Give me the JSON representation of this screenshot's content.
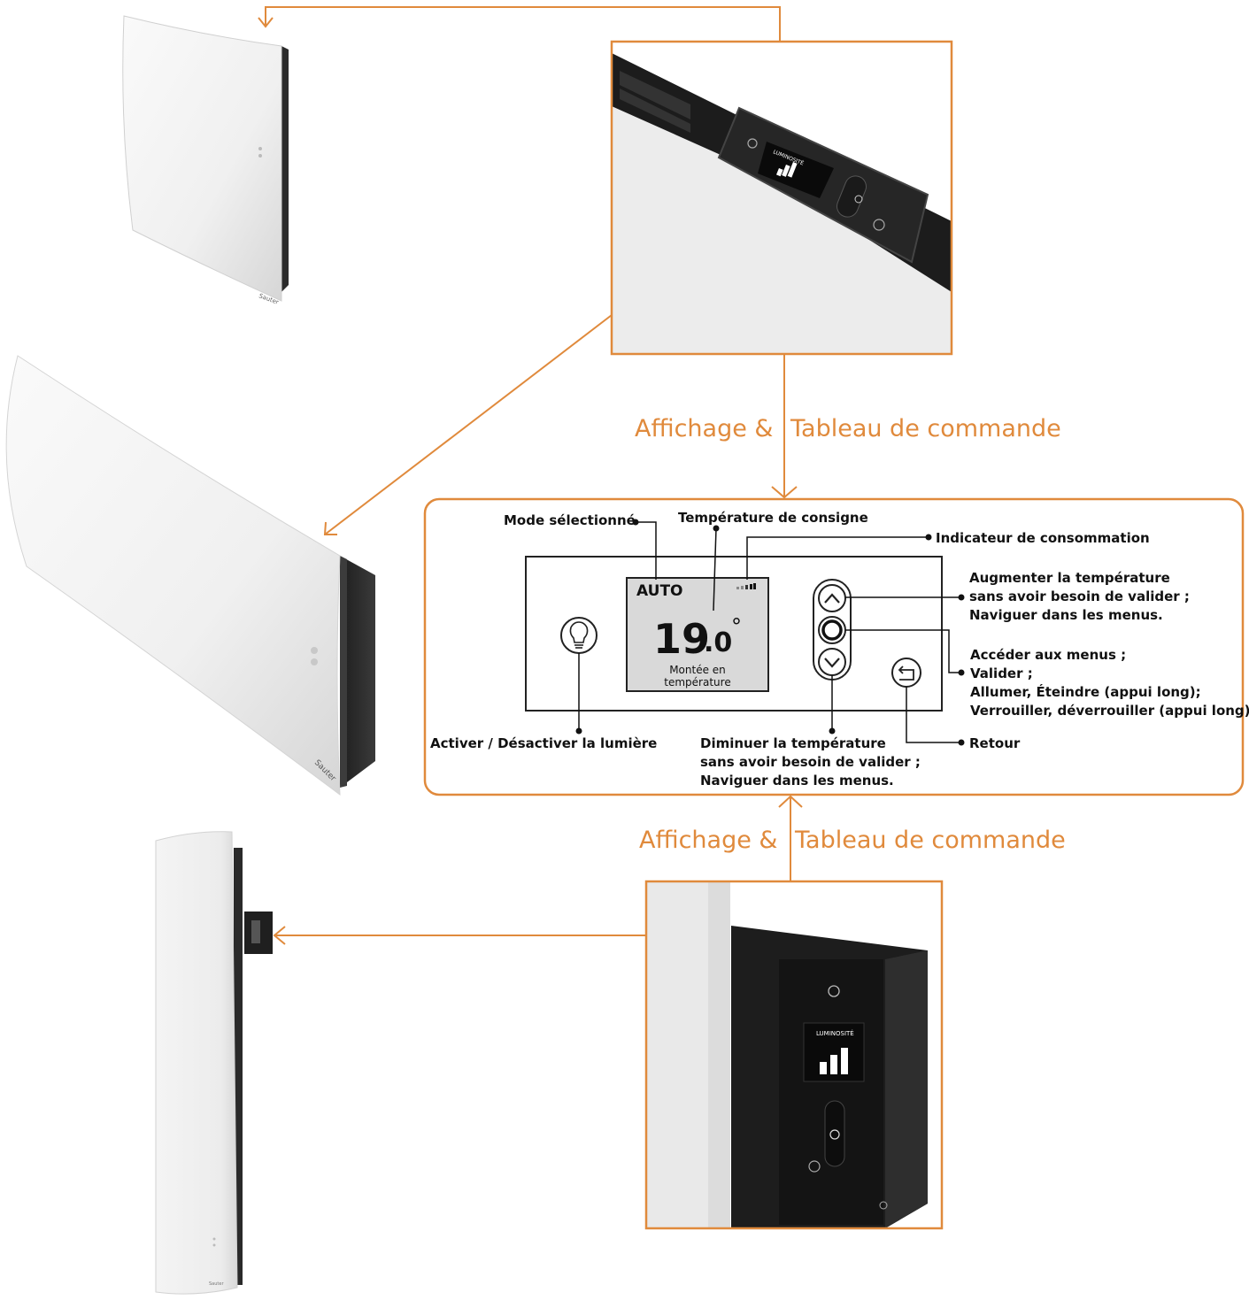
{
  "brand_logo": "Sauter",
  "section_title_top": {
    "part1": "Affichage &",
    "part2": "Tableau de commande"
  },
  "section_title_bottom": {
    "part1": "Affichage &",
    "part2": "Tableau de commande"
  },
  "zoom_screen_label": "LUMINOSITÉ",
  "display": {
    "mode": "AUTO",
    "temp_int": "19",
    "temp_dec": ".0",
    "degree": "°",
    "status_line1": "Montée en",
    "status_line2": "température"
  },
  "labels": {
    "mode": "Mode sélectionné",
    "setpoint": "Température de consigne",
    "consumption": "Indicateur de consommation",
    "increase_1": "Augmenter la température",
    "increase_2": "sans avoir besoin de valider ;",
    "increase_3": "Naviguer dans les menus.",
    "menu_1": "Accéder aux menus ;",
    "menu_2": "Valider ;",
    "menu_3": "Allumer, Éteindre  (appui long);",
    "menu_4": "Verrouiller, déverrouiller (appui long)",
    "light": "Activer / Désactiver la lumière",
    "decrease_1": "Diminuer la température",
    "decrease_2": "sans avoir besoin de valider ;",
    "decrease_3": "Naviguer dans les menus.",
    "back": "Retour"
  },
  "colors": {
    "accent": "#e08a3c",
    "device_body": "#f2f2f2",
    "device_dark": "#2a2a2a",
    "lcd": "#d9d9d9"
  }
}
